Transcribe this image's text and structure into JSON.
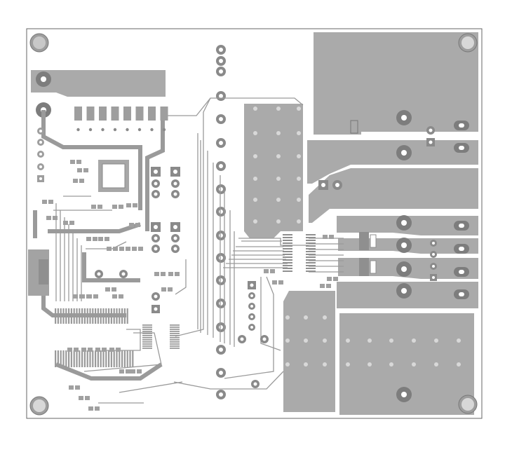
{
  "diagram": {
    "kind": "pcb-layout",
    "colors": {
      "board_outline": "#555555",
      "copper": "#a8a8a8",
      "copper_dark": "#8c8c8c",
      "pad": "#b4b4b4",
      "drill": "#ffffff",
      "background": "#ffffff"
    },
    "elements": [
      "mounting-hole-top-left",
      "mounting-hole-top-right",
      "mounting-hole-bottom-left",
      "mounting-hole-bottom-right",
      "power-copper-pour",
      "header-connector",
      "ic-footprint",
      "via",
      "trace"
    ]
  }
}
